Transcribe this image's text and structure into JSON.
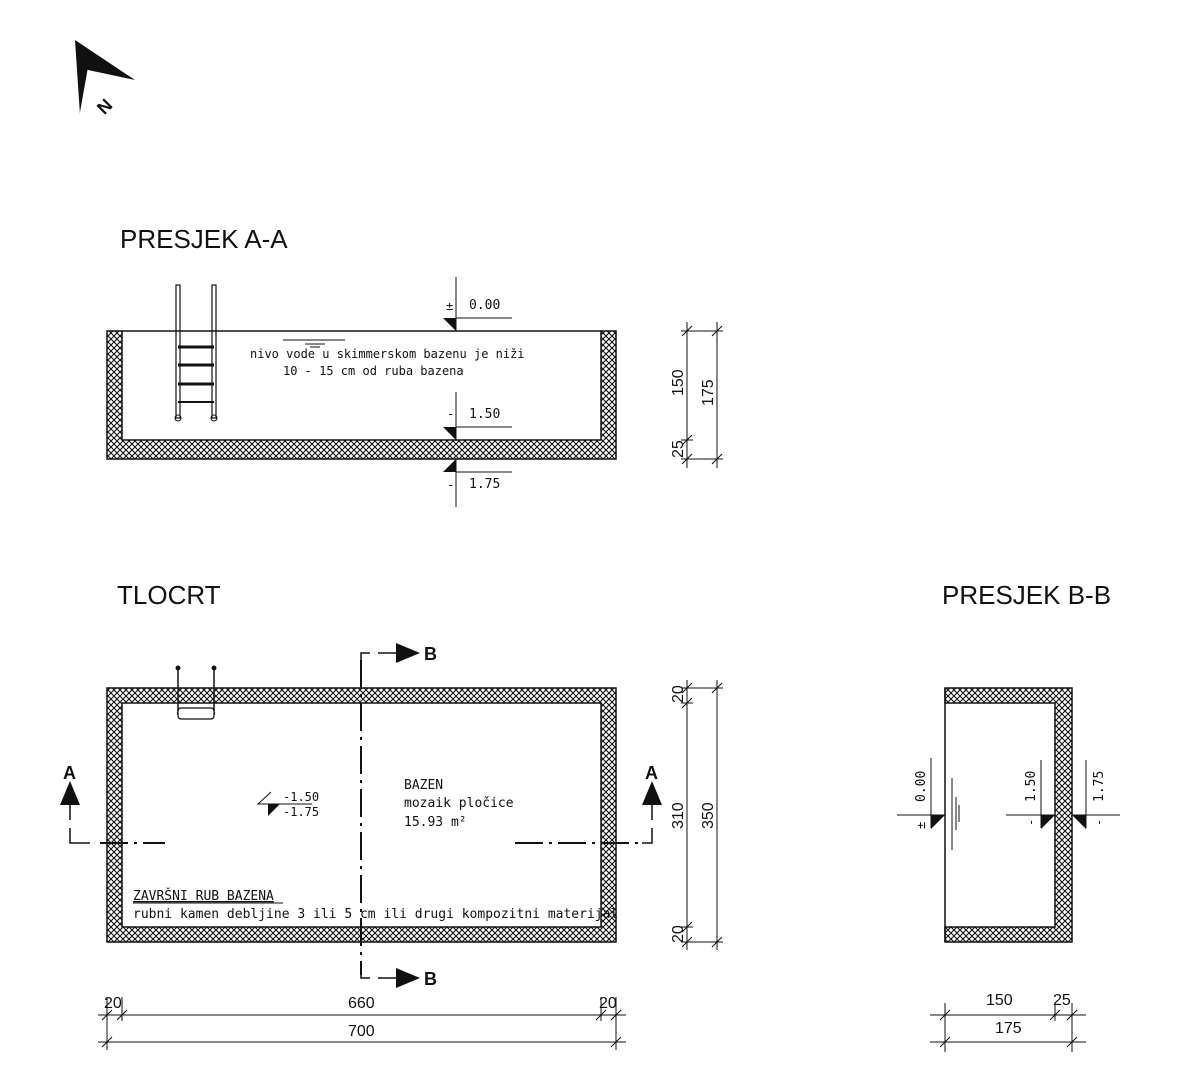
{
  "titles": {
    "section_aa": "PRESJEK A-A",
    "plan": "TLOCRT",
    "section_bb": "PRESJEK B-B"
  },
  "north": {
    "label": "N"
  },
  "section_aa": {
    "level_top": "0.00",
    "level_top_sign": "±",
    "level_floor": "1.50",
    "level_floor_sign": "-",
    "level_bottom": "1.75",
    "level_bottom_sign": "-",
    "note_line1": "nivo vode u skimmerskom bazenu je niži",
    "note_line2": "10 - 15 cm od ruba bazena",
    "dims": {
      "depth": "150",
      "total": "175",
      "slab": "25"
    }
  },
  "plan": {
    "section_a": "A",
    "section_b": "B",
    "level_upper": "-1.50",
    "level_lower": "-1.75",
    "room_name": "BAZEN",
    "finish": "mozaik pločice",
    "area": "15.93 m²",
    "edge_title": "ZAVRŠNI RUB BAZENA",
    "edge_desc": "rubni kamen debljine 3 ili 5 cm ili drugi kompozitni materijal",
    "dims_right": {
      "wall_top": "20",
      "inner": "310",
      "total": "350",
      "wall_bottom": "20"
    },
    "dims_bottom": {
      "wall_left": "20",
      "inner": "660",
      "wall_right": "20",
      "total": "700"
    }
  },
  "section_bb": {
    "level_top": "0.00",
    "level_top_sign": "±",
    "level_floor": "1.50",
    "level_floor_sign": "-",
    "level_bottom": "1.75",
    "level_bottom_sign": "-",
    "dims": {
      "inner": "150",
      "wall": "25",
      "total": "175"
    }
  }
}
